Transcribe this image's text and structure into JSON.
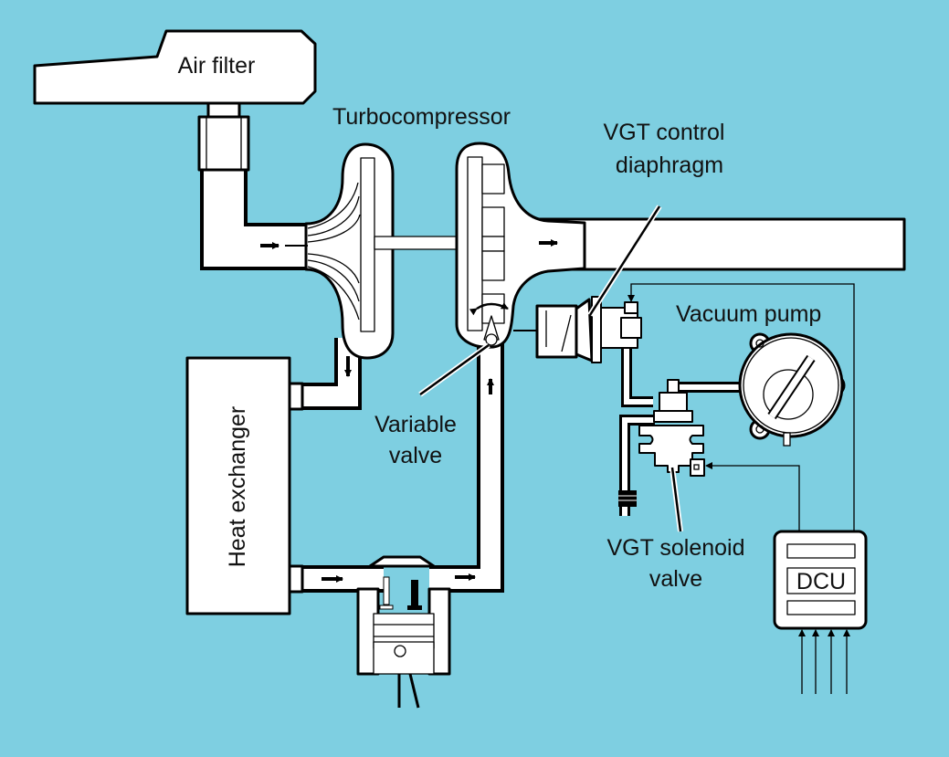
{
  "labels": {
    "air_filter": "Air filter",
    "turbocompressor": "Turbocompressor",
    "vgt_control_line1": "VGT control",
    "vgt_control_line2": "diaphragm",
    "vacuum_pump": "Vacuum pump",
    "heat_exchanger": "Heat exchanger",
    "variable_valve_line1": "Variable",
    "variable_valve_line2": "valve",
    "vgt_solenoid_line1": "VGT solenoid",
    "vgt_solenoid_line2": "valve",
    "dcu": "DCU"
  },
  "colors": {
    "background": "#7ecfe1",
    "component_fill": "#ffffff",
    "outline": "#000000"
  }
}
